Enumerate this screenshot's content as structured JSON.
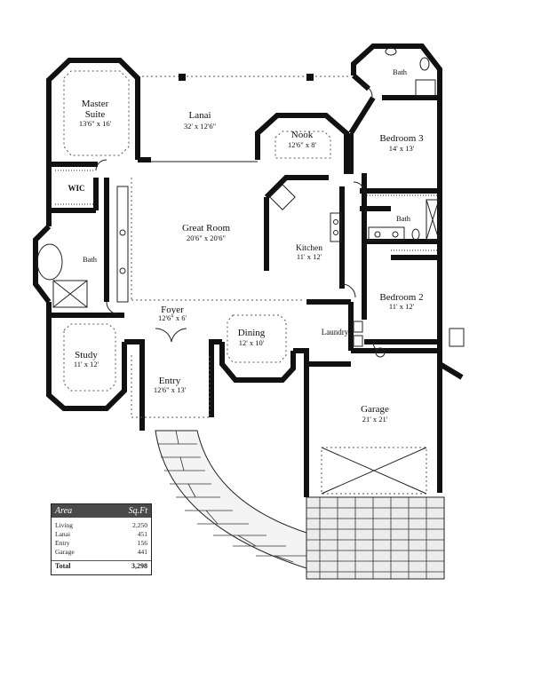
{
  "rooms": {
    "master_suite": {
      "name_line1": "Master",
      "name_line2": "Suite",
      "dims": "13'6\" x 16'"
    },
    "lanai": {
      "name": "Lanai",
      "dims": "32' x 12'6\""
    },
    "nook": {
      "name": "Nook",
      "dims": "12'6\" x 8'"
    },
    "bedroom3": {
      "name": "Bedroom 3",
      "dims": "14' x 13'"
    },
    "bath_top": {
      "name": "Bath"
    },
    "wic": {
      "name": "WIC"
    },
    "great_room": {
      "name": "Great Room",
      "dims": "20'6\" x 20'6\""
    },
    "kitchen": {
      "name": "Kitchen",
      "dims": "11' x 12'"
    },
    "bath_middle": {
      "name": "Bath"
    },
    "bath_master": {
      "name": "Bath"
    },
    "bedroom2": {
      "name": "Bedroom 2",
      "dims": "11' x 12'"
    },
    "foyer": {
      "name": "Foyer",
      "dims": "12'6\" x 6'"
    },
    "study": {
      "name": "Study",
      "dims": "11' x 12'"
    },
    "dining": {
      "name": "Dining",
      "dims": "12' x 10'"
    },
    "laundry": {
      "name": "Laundry"
    },
    "entry": {
      "name": "Entry",
      "dims": "12'6\" x 13'"
    },
    "garage": {
      "name": "Garage",
      "dims": "21' x 21'"
    }
  },
  "area_table": {
    "header_area": "Area",
    "header_sqft": "Sq.Ft",
    "rows": [
      {
        "label": "Living",
        "value": "2,250"
      },
      {
        "label": "Lanai",
        "value": "451"
      },
      {
        "label": "Entry",
        "value": "156"
      },
      {
        "label": "Garage",
        "value": "441"
      }
    ],
    "total_label": "Total",
    "total_value": "3,298"
  }
}
